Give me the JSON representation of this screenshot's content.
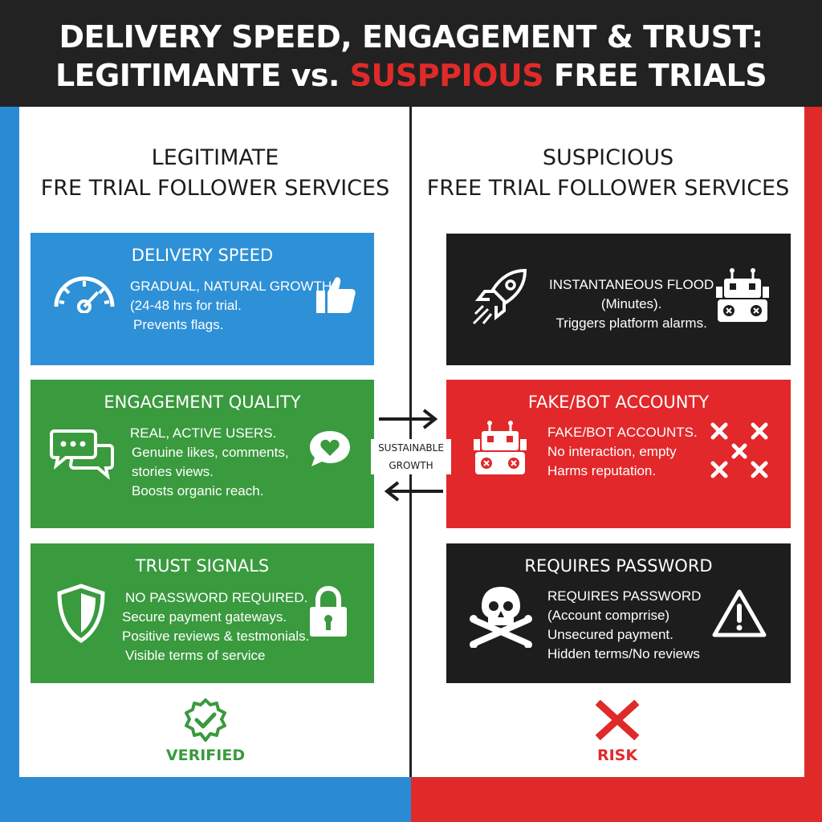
{
  "header": {
    "title_line1": "DELIVERY SPEED, ENGAGEMENT & TRUST:",
    "title_line2_prefix": "LEGITIMANTE vs. ",
    "title_line2_accent": "SUSPPIOUS",
    "title_line2_suffix": " FREE TRIALS"
  },
  "colors": {
    "header_bg": "#222222",
    "legit_blue": "#2e90d6",
    "legit_green": "#3a9a3e",
    "suspicious_black": "#1d1d1d",
    "suspicious_red": "#e2282a"
  },
  "left": {
    "heading_line1": "LEGITIMATE",
    "heading_line2": "FRE TRIAL FOLLOWER SERVICES",
    "cards": [
      {
        "title": "DELIVERY SPEED",
        "lines": [
          "GRADUAL, NATURAL GROWTH",
          "(24-48 hrs for trial.",
          "Prevents flags."
        ],
        "icons": [
          "speedometer-icon",
          "thumbs-up-icon"
        ]
      },
      {
        "title": "ENGAGEMENT QUALITY",
        "lines": [
          "REAL, ACTIVE USERS.",
          "Genuine likes, comments,",
          "stories views.",
          "Boosts organic reach."
        ],
        "icons": [
          "chat-bubbles-icon",
          "heart-bubble-icon"
        ]
      },
      {
        "title": "TRUST SIGNALS",
        "lines": [
          "NO PASSWORD REQUIRED.",
          "Secure payment gateways.",
          "Positive reviews & testmonials.",
          "Visible terms of service"
        ],
        "icons": [
          "shield-icon",
          "padlock-icon"
        ]
      }
    ],
    "verdict": "VERIFIED"
  },
  "right": {
    "heading_line1": "SUSPICIOUS",
    "heading_line2": "FREE TRIAL FOLLOWER SERVICES",
    "cards": [
      {
        "title": "",
        "lines": [
          "INSTANTANEOUS FLOOD",
          "(Minutes).",
          "Triggers platform alarms."
        ],
        "icons": [
          "rocket-icon",
          "robot-icon"
        ]
      },
      {
        "title": "FAKE/BOT ACCOUNTY",
        "lines": [
          "FAKE/BOT ACCOUNTS.",
          "No interaction, empty",
          "Harms reputation."
        ],
        "icons": [
          "robot-icon",
          "x-marks-icon"
        ]
      },
      {
        "title": "REQUIRES PASSWORD",
        "lines": [
          "REQUIRES PASSWORD",
          "(Account comprrise)",
          "Unsecured payment.",
          "Hidden terms/No reviews"
        ],
        "icons": [
          "skull-icon",
          "warning-icon"
        ]
      }
    ],
    "verdict": "RISK"
  },
  "center": {
    "label_line1": "SUSTAINABLE",
    "label_line2": "GROWTH"
  }
}
